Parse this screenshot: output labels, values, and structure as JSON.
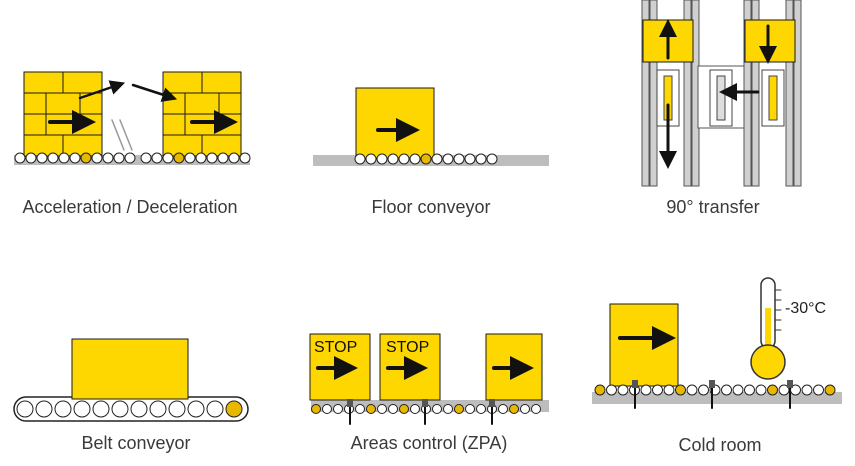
{
  "colors": {
    "box": "#FFD700",
    "box_stroke": "#1a1a1a",
    "roller_highlight": "#E8B800",
    "floor": "#BDBDBD",
    "rail": "#D0D0D0",
    "arrow": "#111111"
  },
  "panels": {
    "acceleration": {
      "caption": "Acceleration / Deceleration"
    },
    "floor": {
      "caption": "Floor conveyor"
    },
    "transfer": {
      "caption": "90° transfer"
    },
    "belt": {
      "caption": "Belt conveyor"
    },
    "zpa": {
      "caption": "Areas control (ZPA)",
      "stop_label": "STOP"
    },
    "cold": {
      "caption": "Cold room",
      "temperature": "-30°C"
    }
  }
}
